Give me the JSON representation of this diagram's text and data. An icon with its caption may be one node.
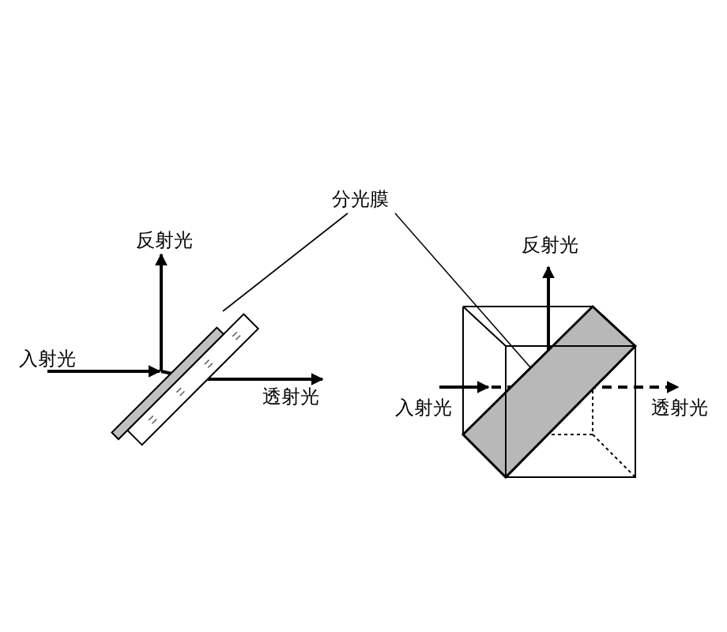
{
  "diagram": {
    "nodes": [
      {
        "text": [
          "分光膜"
        ]
      },
      {
        "text": [],
        "shape": "plate"
      },
      {
        "text": [],
        "shape": "cube"
      }
    ],
    "edges": [
      {
        "from": 0,
        "to": 1,
        "arrow": "none"
      },
      {
        "from": 0,
        "to": 2,
        "arrow": "none"
      }
    ],
    "labels": [
      "反射光",
      "入射光",
      "透射光",
      "反射光",
      "入射光",
      "透射光"
    ]
  }
}
